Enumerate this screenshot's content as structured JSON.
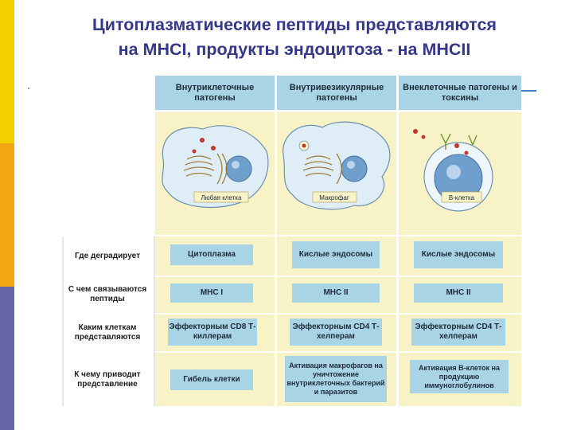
{
  "title": {
    "line1": "Цитоплазматические пептиды представляются",
    "line2": "на МНСI, продукты эндоцитоза - на МНСII"
  },
  "columns": [
    {
      "header": "Внутриклеточные патогены",
      "cell_label": "Любая клетка"
    },
    {
      "header": "Внутривезикулярные патогены",
      "cell_label": "Макрофаг"
    },
    {
      "header": "Внеклеточные патогены и токсины",
      "cell_label": "В-клетка"
    }
  ],
  "rows": [
    {
      "label": "Где деградирует",
      "values": [
        "Цитоплазма",
        "Кислые эндосомы",
        "Кислые эндосомы"
      ]
    },
    {
      "label": "С чем связываются пептиды",
      "values": [
        "MHC I",
        "MHC II",
        "MHC II"
      ]
    },
    {
      "label": "Каким клеткам представляются",
      "values": [
        "Эффекторным CD8 Т-киллерам",
        "Эффекторным CD4 Т-хелперам",
        "Эффекторным CD4 Т-хелперам"
      ]
    },
    {
      "label": "К чему приводит представление",
      "values": [
        "Гибель клетки",
        "Активация макрофагов на уничтожение внутриклеточных бактерий и паразитов",
        "Активация В-клеток на продукцию иммуноглобулинов"
      ]
    }
  ],
  "colors": {
    "title": "#34378a",
    "header_fill": "#a8d4e6",
    "cell_fill": "#f8f3c6",
    "cytoplasm": "#dfeef6",
    "nucleus": "#6f9fcc",
    "pathogen": "#c0392b"
  }
}
